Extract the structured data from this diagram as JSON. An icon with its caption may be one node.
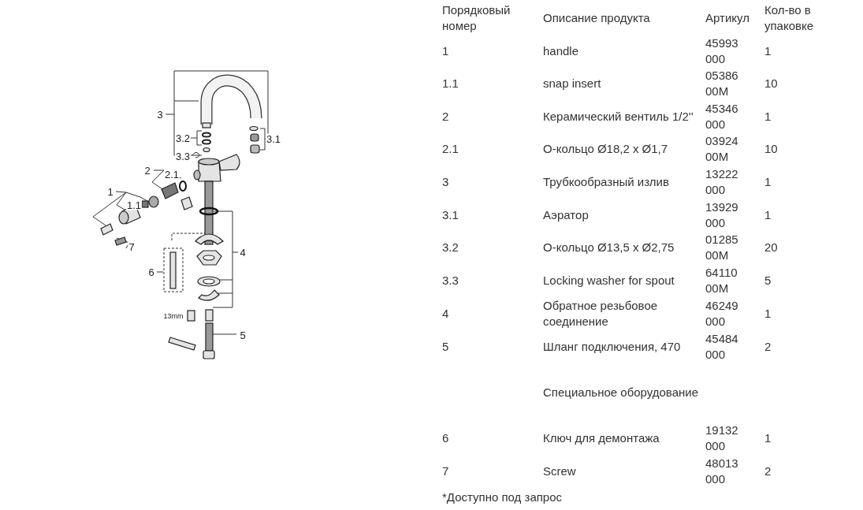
{
  "diagram": {
    "labels": [
      "3",
      "3.2",
      "3.1",
      "3.3",
      "2",
      "2.1",
      "1",
      "1.1",
      "7",
      "6",
      "4",
      "13mm",
      "5",
      "Порядковый номер",
      "Описание продукта",
      "Артикул",
      "Кол-во в упаковке",
      "1",
      "handle",
      "45993 000",
      "1",
      "1.1",
      "snap insert",
      "05386 00M",
      "10",
      "2",
      "Керамический вентиль 1/2''",
      "45346 000",
      "1",
      "2.1",
      "О-кольцо Ø18,2 x Ø1,7",
      "03924 00M",
      "10",
      "3",
      "Трубкообразный излив",
      "13222 000",
      "1",
      "3.1",
      "Аэратор",
      "13929 000",
      "1",
      "3.2",
      "О-кольцо Ø13,5 x Ø2,75",
      "01285 00M",
      "20",
      "3.3",
      "Locking washer for spout",
      "64110 00M",
      "5",
      "4",
      "Обратное резьбовое соединение",
      "46249 000",
      "1",
      "5",
      "Шланг подключения, 470",
      "45484 000",
      "2",
      "Специальное оборудование",
      "6",
      "Ключ для демонтажа",
      "19132 000",
      "1",
      "7",
      "Screw",
      "48013 000",
      "2",
      "*Доступно под запрос"
    ]
  }
}
